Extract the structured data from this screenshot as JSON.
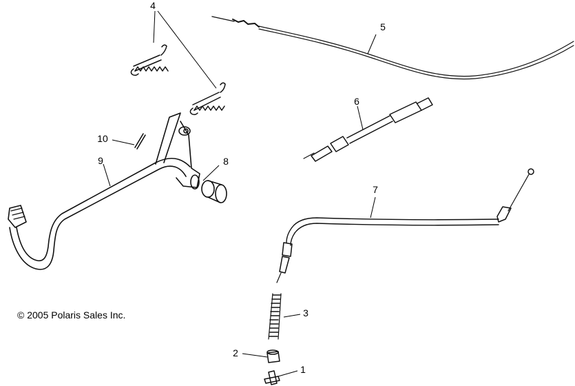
{
  "copyright": "© 2005 Polaris Sales Inc.",
  "callouts": {
    "c1": "1",
    "c2": "2",
    "c3": "3",
    "c4": "4",
    "c5": "5",
    "c6": "6",
    "c7": "7",
    "c8": "8",
    "c9": "9",
    "c10": "10"
  }
}
